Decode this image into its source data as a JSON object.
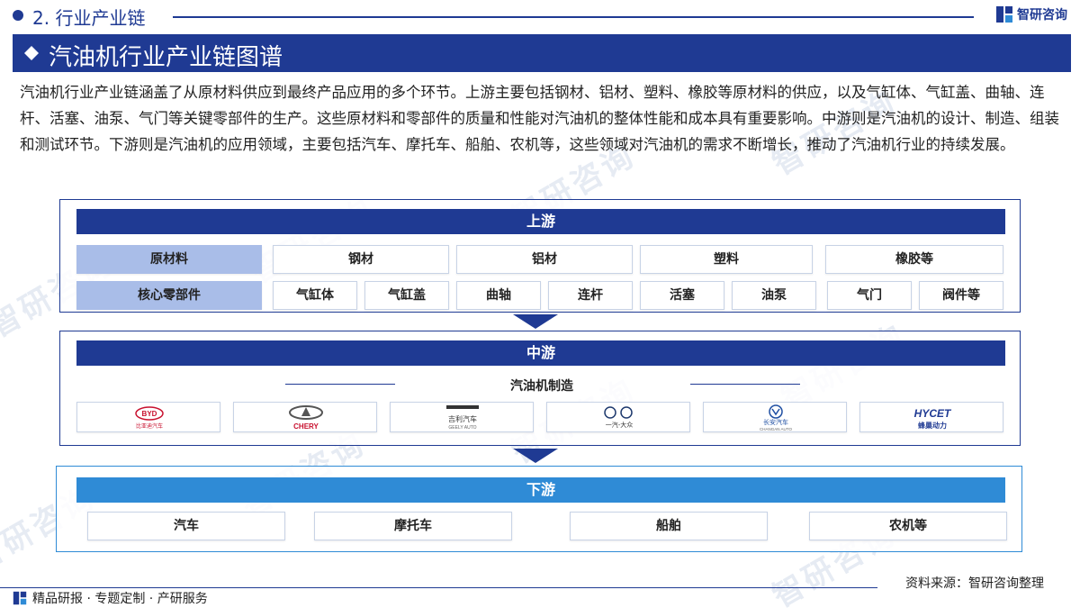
{
  "header": {
    "section_title": "2. 行业产业链",
    "brand_name": "智研咨询",
    "watermark": "智研咨询"
  },
  "banner": {
    "title": "汽油机行业产业链图谱"
  },
  "intro": "汽油机行业产业链涵盖了从原材料供应到最终产品应用的多个环节。上游主要包括钢材、铝材、塑料、橡胶等原材料的供应，以及气缸体、气缸盖、曲轴、连杆、活塞、油泵、气门等关键零部件的生产。这些原材料和零部件的质量和性能对汽油机的整体性能和成本具有重要影响。中游则是汽油机的设计、制造、组装和测试环节。下游则是汽油机的应用领域，主要包括汽车、摩托车、船舶、农机等，这些领域对汽油机的需求不断增长，推动了汽油机行业的持续发展。",
  "upstream": {
    "title": "上游",
    "raw_label": "原材料",
    "raw_items": [
      "钢材",
      "铝材",
      "塑料",
      "橡胶等"
    ],
    "parts_label": "核心零部件",
    "parts_items": [
      "气缸体",
      "气缸盖",
      "曲轴",
      "连杆",
      "活塞",
      "油泵",
      "气门",
      "阀件等"
    ]
  },
  "midstream": {
    "title": "中游",
    "label": "汽油机制造",
    "logos": [
      {
        "name": "byd-logo",
        "mark": "BYD",
        "caption": "比亚迪汽车"
      },
      {
        "name": "chery-logo",
        "mark": "CHERY",
        "caption": ""
      },
      {
        "name": "geely-logo",
        "mark": "吉利汽车",
        "caption": "GEELY AUTO"
      },
      {
        "name": "faw-vw-logo",
        "mark": "一汽-大众",
        "caption": ""
      },
      {
        "name": "changan-logo",
        "mark": "长安汽车",
        "caption": "CHANGAN AUTO"
      },
      {
        "name": "hycet-logo",
        "mark": "HYCET",
        "caption": "蜂巢动力"
      }
    ]
  },
  "downstream": {
    "title": "下游",
    "items": [
      "汽车",
      "摩托车",
      "船舶",
      "农机等"
    ]
  },
  "footer": {
    "source": "资料来源：智研咨询整理",
    "slogan": "精品研报 · 专题定制 · 产研服务"
  },
  "colors": {
    "primary": "#1f3a93",
    "downstream_header": "#2f8bd6",
    "row_label": "#a9bde8"
  }
}
